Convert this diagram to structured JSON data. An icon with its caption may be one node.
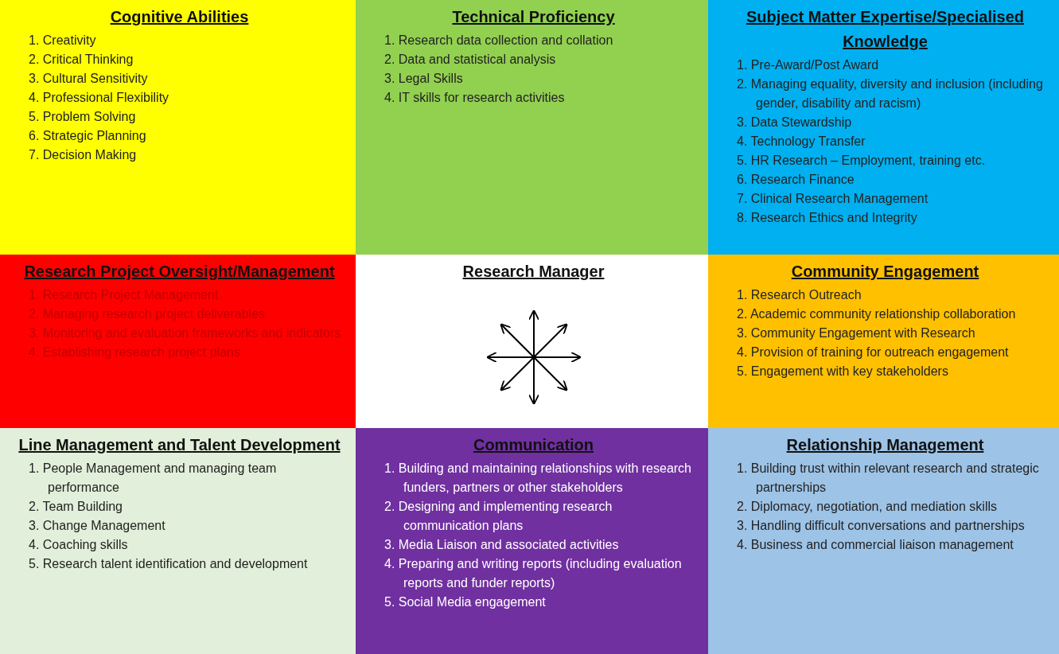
{
  "diagram": {
    "nodes": [
      {
        "text": [
          "Cognitive Abilities",
          "1. Creativity",
          "2. Critical Thinking",
          "3. Cultural Sensitivity",
          "4. Professional Flexibility",
          "5. Problem Solving",
          "6. Strategic Planning",
          "7. Decision Making"
        ]
      },
      {
        "text": [
          "Technical Proficiency",
          "1. Research data collection and collation",
          "2. Data and statistical analysis",
          "3. Legal Skills",
          "4. IT skills for research activities"
        ]
      },
      {
        "text": [
          "Subject Matter Expertise/Specialised Knowledge",
          "1. Pre-Award/Post Award",
          "2. Managing equality, diversity and inclusion (including gender, disability and racism)",
          "3. Data Stewardship",
          "4. Technology Transfer",
          "5. HR Research – Employment, training etc.",
          "6. Research Finance",
          "7. Clinical Research Management",
          "8. Research Ethics and Integrity"
        ]
      },
      {
        "text": [
          "Research Project Oversight/Management",
          "1. Research Project Management",
          "2. Managing research project deliverables",
          "3. Monitoring and evaluation frameworks and indicators",
          "4. Establishing research project plans"
        ]
      },
      {
        "text": [
          "Research Manager"
        ]
      },
      {
        "text": [
          "Community Engagement",
          "1. Research Outreach",
          "2. Academic community relationship collaboration",
          "3. Community Engagement with Research",
          "4. Provision of training for outreach engagement",
          "5. Engagement with key stakeholders"
        ]
      },
      {
        "text": [
          "Line Management and Talent Development",
          "1. People Management and managing team performance",
          "2. Team Building",
          "3. Change Management",
          "4. Coaching skills",
          "5. Research talent identification and development"
        ]
      },
      {
        "text": [
          "Communication",
          "1. Building and maintaining relationships with research funders, partners or other stakeholders",
          "2. Designing and implementing research communication plans",
          "3. Media Liaison and associated activities",
          "4. Preparing and writing reports (including evaluation reports and funder reports)",
          "5. Social Media engagement"
        ]
      },
      {
        "text": [
          "Relationship Management",
          "1. Building trust within relevant research and strategic partnerships",
          "2. Diplomacy, negotiation, and mediation skills",
          "3. Handling difficult conversations and partnerships",
          "4. Business and commercial liaison management"
        ]
      }
    ]
  }
}
